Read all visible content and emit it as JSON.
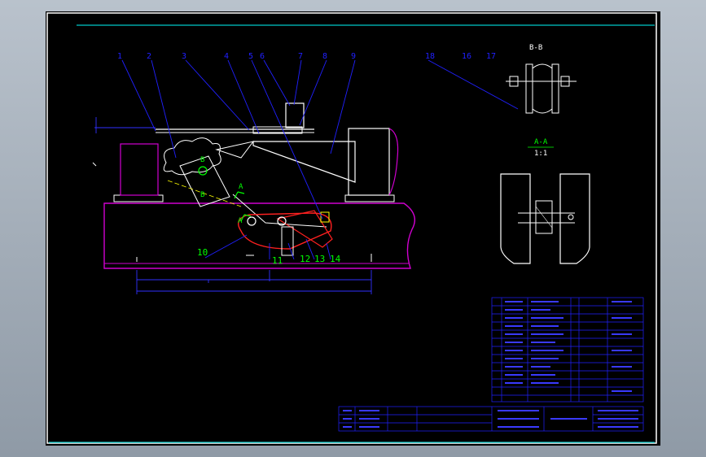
{
  "drawing": {
    "balloons_top": [
      "1",
      "2",
      "3",
      "4",
      "5",
      "6",
      "7",
      "8",
      "9"
    ],
    "balloons_right": [
      "18",
      "16",
      "17"
    ],
    "balloons_bottom": [
      "10",
      "11",
      "12",
      "13",
      "14"
    ],
    "section_bb": "B-B",
    "section_aa": "A-A",
    "section_aa_scale": "1:1",
    "marker_a": "A",
    "marker_b": "B"
  },
  "colors": {
    "sheet_border": "#00c8c8",
    "geometry": "#ffffff",
    "dimension": "#3030ff",
    "leader": "#2020ff",
    "magenta": "#d000d0",
    "green": "#00ff00",
    "red": "#ff2020",
    "yellow": "#ffff00"
  }
}
